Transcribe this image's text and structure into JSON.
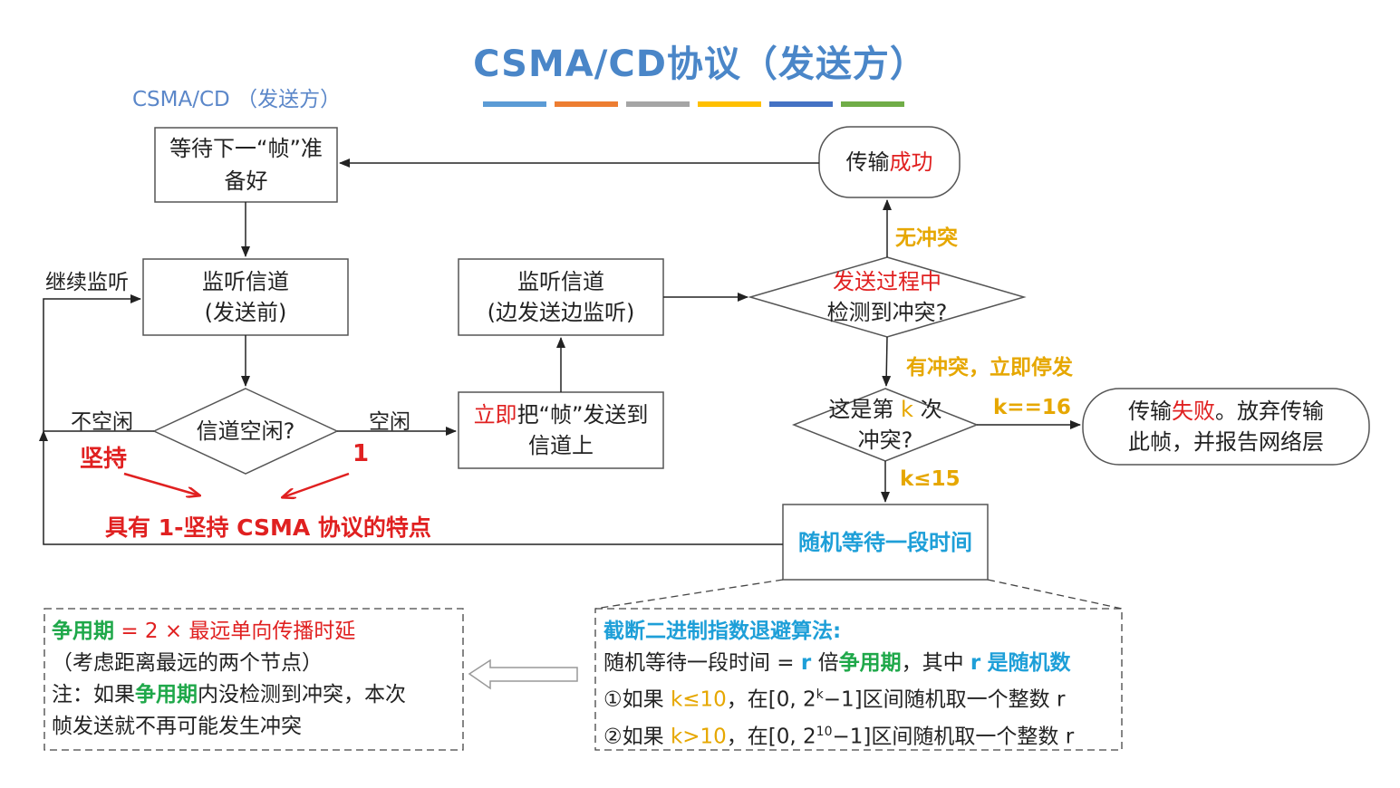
{
  "header": {
    "title": "CSMA/CD协议（发送方）",
    "subtitle": "CSMA/CD （发送方）",
    "stripe_colors": [
      "#5b9bd5",
      "#ed7d31",
      "#a5a5a5",
      "#ffc000",
      "#4472c4",
      "#70ad47"
    ]
  },
  "nodes": {
    "wait_next": "等待下一“帧”准备好",
    "listen_before_1": "监听信道",
    "listen_before_2": "(发送前)",
    "idle_question": "信道空闲?",
    "send_immediately_prefix": "立即",
    "send_immediately_rest1": "把“帧”发送到",
    "send_immediately_rest2": "信道上",
    "listen_during_1": "监听信道",
    "listen_during_2": "(边发送边监听)",
    "collision_q_1": "发送过程中",
    "collision_q_2": "检测到冲突?",
    "success_prefix": "传输",
    "success_suffix": "成功",
    "kth_1a": "这是第",
    "kth_1b": "k",
    "kth_1c": "次",
    "kth_2": "冲突?",
    "fail_1a": "传输",
    "fail_1b": "失败",
    "fail_1c": "。放弃传输",
    "fail_2": "此帧，并报告网络层",
    "random_wait": "随机等待一段时间"
  },
  "edge_labels": {
    "continue_listen": "继续监听",
    "busy": "不空闲",
    "idle": "空闲",
    "no_collision": "无冲突",
    "collision_stop": "有冲突，立即停发",
    "k16": "k==16",
    "k15": "k≤15"
  },
  "annotations": {
    "persist": "坚持",
    "one": "1",
    "feature": "具有 1-坚持 CSMA 协议的特点"
  },
  "left_note": {
    "l1_a": "争用期",
    "l1_b": "= 2 × 最远单向传播时延",
    "l2": "（考虑距离最远的两个节点）",
    "l3_a": "注：如果",
    "l3_b": "争用期",
    "l3_c": "内没检测到冲突，本次",
    "l4": "帧发送就不再可能发生冲突"
  },
  "right_note": {
    "title": "截断二进制指数退避算法:",
    "l2_a": "随机等待一段时间 =",
    "l2_b": "r",
    "l2_c": "倍",
    "l2_d": "争用期",
    "l2_e": "，其中",
    "l2_f": "r",
    "l2_g": "是随机数",
    "l3_a": "①如果",
    "l3_b": "k≤10",
    "l3_c": "，在[0, 2",
    "l3_sup": "k",
    "l3_d": "−1]区间随机取一个整数 r",
    "l4_a": "②如果",
    "l4_b": "k>10",
    "l4_c": "，在[0, 2",
    "l4_sup": "10",
    "l4_d": "−1]区间随机取一个整数 r"
  }
}
